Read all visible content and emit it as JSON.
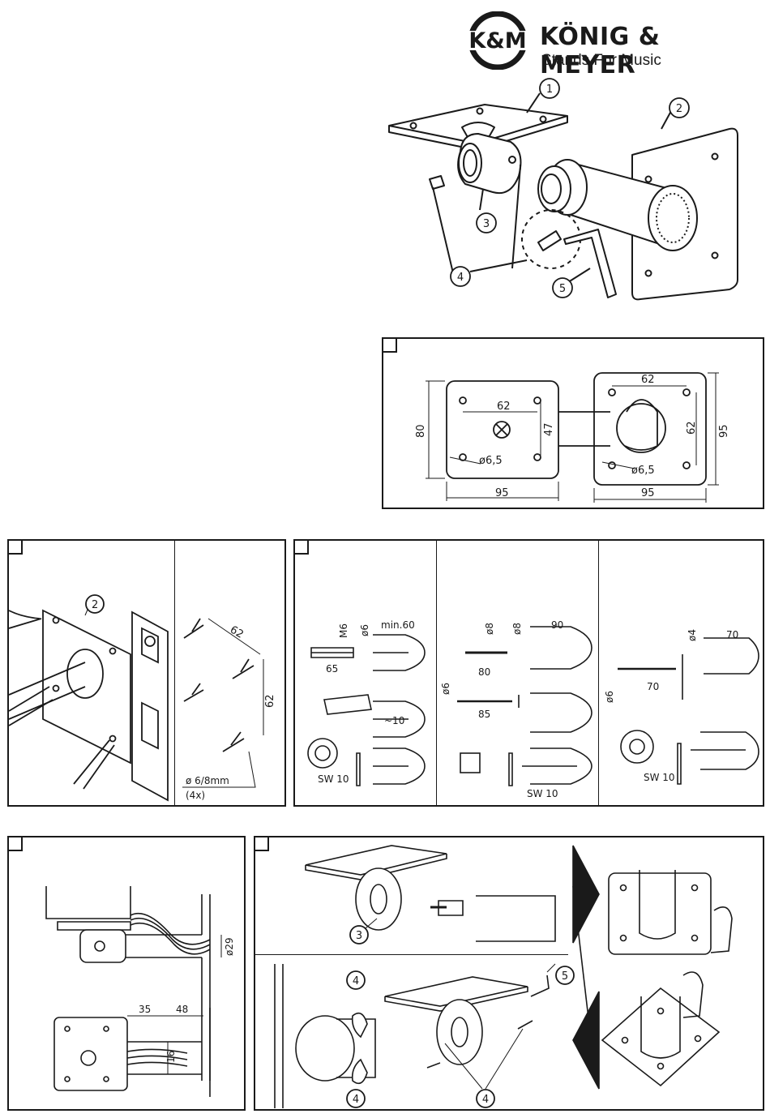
{
  "brand": {
    "logo_text": "K&M",
    "name": "KÖNIG & MEYER",
    "tagline": "Stands For Music"
  },
  "parts_callouts": [
    "1",
    "2",
    "3",
    "4",
    "5"
  ],
  "dimensions": {
    "left_plate": {
      "hole_spacing_h": "62",
      "hole_spacing_v": "47",
      "height": "80",
      "width": "95",
      "hole_diameter": "ø6,5"
    },
    "right_plate": {
      "hole_spacing_h": "62",
      "hole_spacing_v": "62",
      "height": "95",
      "width": "95",
      "hole_diameter": "ø6,5"
    }
  },
  "drilling": {
    "callout": "2",
    "spacing_diag": "62",
    "spacing_vert": "62",
    "drill_size": "ø 6/8mm",
    "quantity": "(4x)"
  },
  "anchors": {
    "a": {
      "thread": "M6",
      "drill": "ø6",
      "depth": "min.60",
      "length": "65",
      "offset": "~10",
      "wrench": "SW 10"
    },
    "b": {
      "drill1": "ø8",
      "drill2": "ø8",
      "depth": "90",
      "length": "80",
      "screw_d": "ø6",
      "screw_len": "85",
      "wrench": "SW 10"
    },
    "c": {
      "drill": "ø4",
      "depth": "70",
      "screw_d": "ø6",
      "screw_len": "70",
      "wrench": "SW 10"
    }
  },
  "cable": {
    "tube_d": "ø29",
    "dim1": "35",
    "dim2": "48",
    "dim3": "16"
  },
  "assembly": {
    "callout_3": "3",
    "callout_4": "4",
    "callout_5": "5"
  }
}
